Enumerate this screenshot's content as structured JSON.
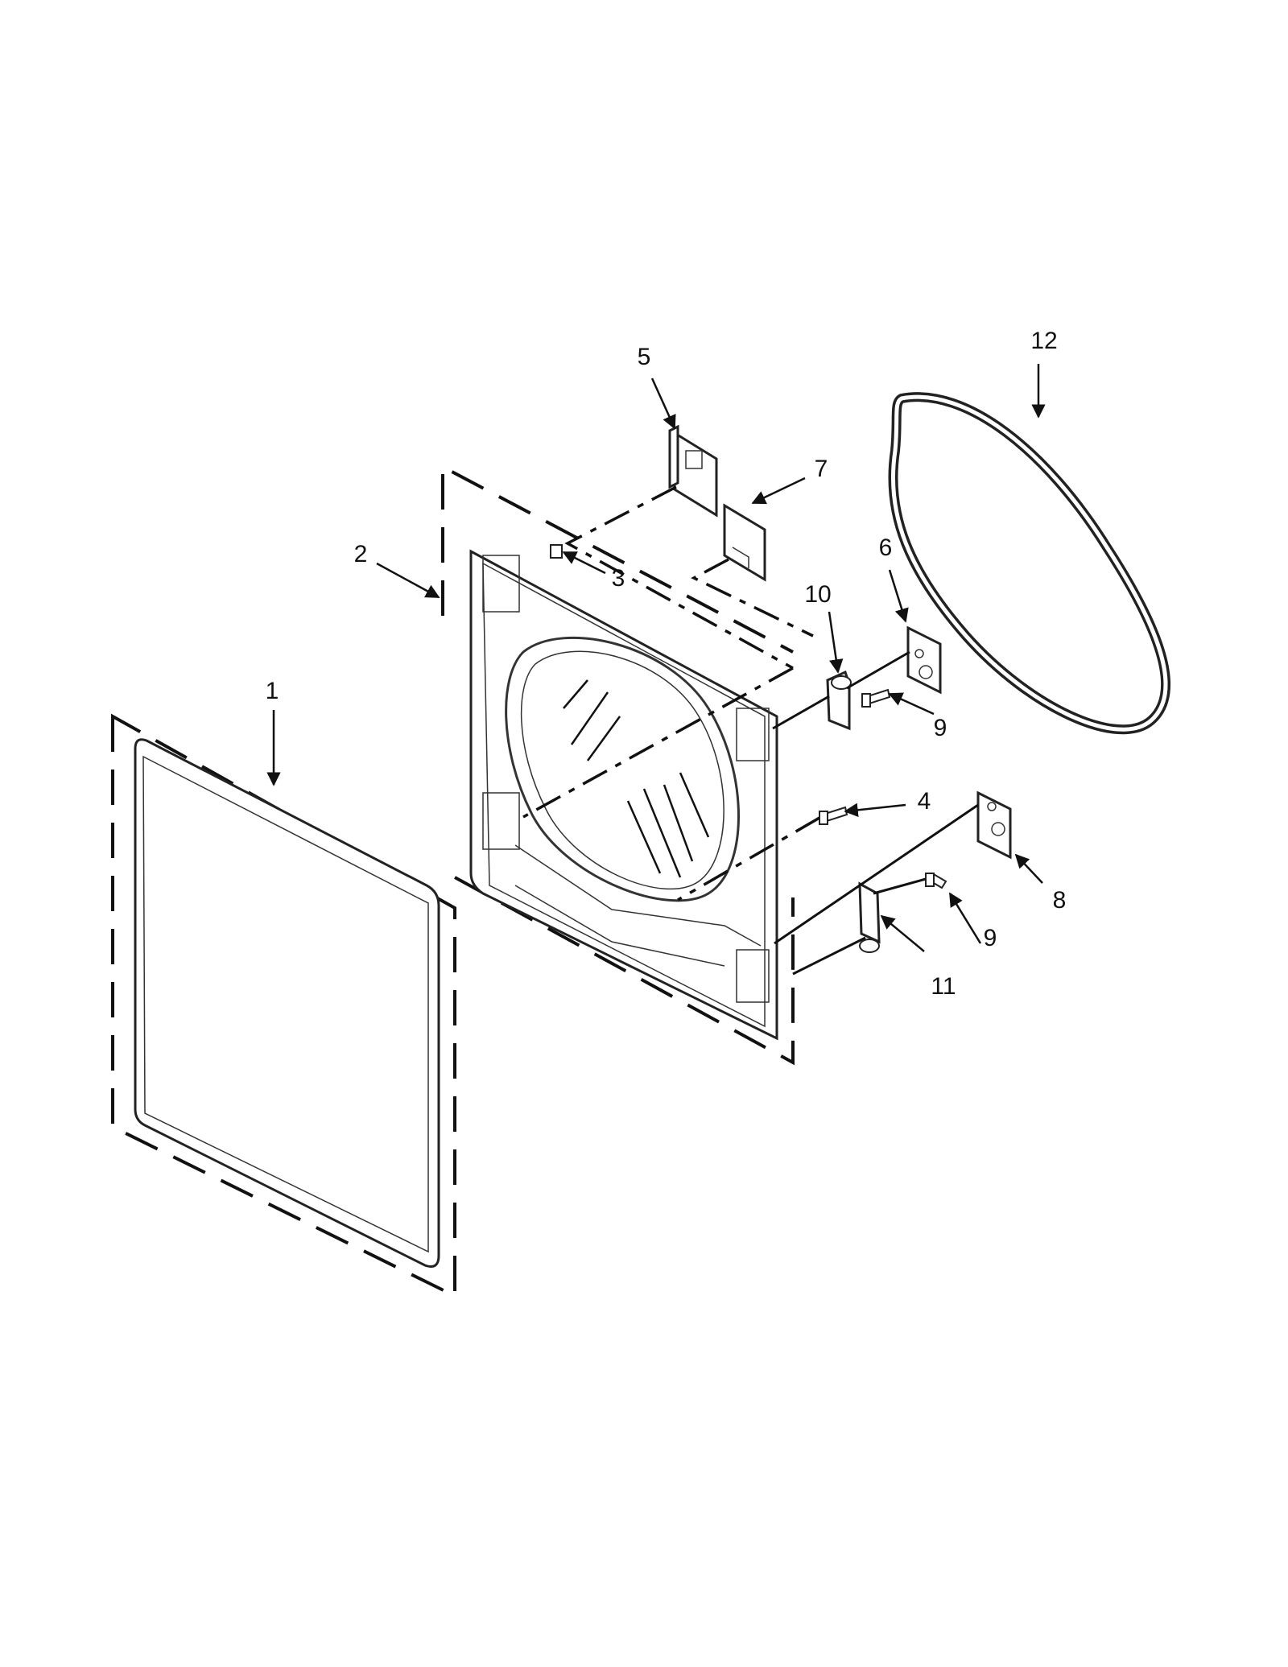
{
  "callouts": [
    {
      "id": "1",
      "label": "1",
      "name": "front-panel"
    },
    {
      "id": "2",
      "label": "2",
      "name": "front-bulkhead"
    },
    {
      "id": "3",
      "label": "3",
      "name": "clip"
    },
    {
      "id": "4",
      "label": "4",
      "name": "screw"
    },
    {
      "id": "5",
      "label": "5",
      "name": "upper-bracket"
    },
    {
      "id": "6",
      "label": "6",
      "name": "upper-hinge-plate"
    },
    {
      "id": "7",
      "label": "7",
      "name": "cover-plate"
    },
    {
      "id": "8",
      "label": "8",
      "name": "lower-hinge-plate"
    },
    {
      "id": "9a",
      "label": "9",
      "name": "upper-hinge-screw"
    },
    {
      "id": "9b",
      "label": "9",
      "name": "lower-hinge-screw"
    },
    {
      "id": "10",
      "label": "10",
      "name": "upper-hinge"
    },
    {
      "id": "11",
      "label": "11",
      "name": "lower-hinge"
    },
    {
      "id": "12",
      "label": "12",
      "name": "door-seal"
    }
  ],
  "colors": {
    "line": "#111111",
    "background": "#ffffff"
  }
}
